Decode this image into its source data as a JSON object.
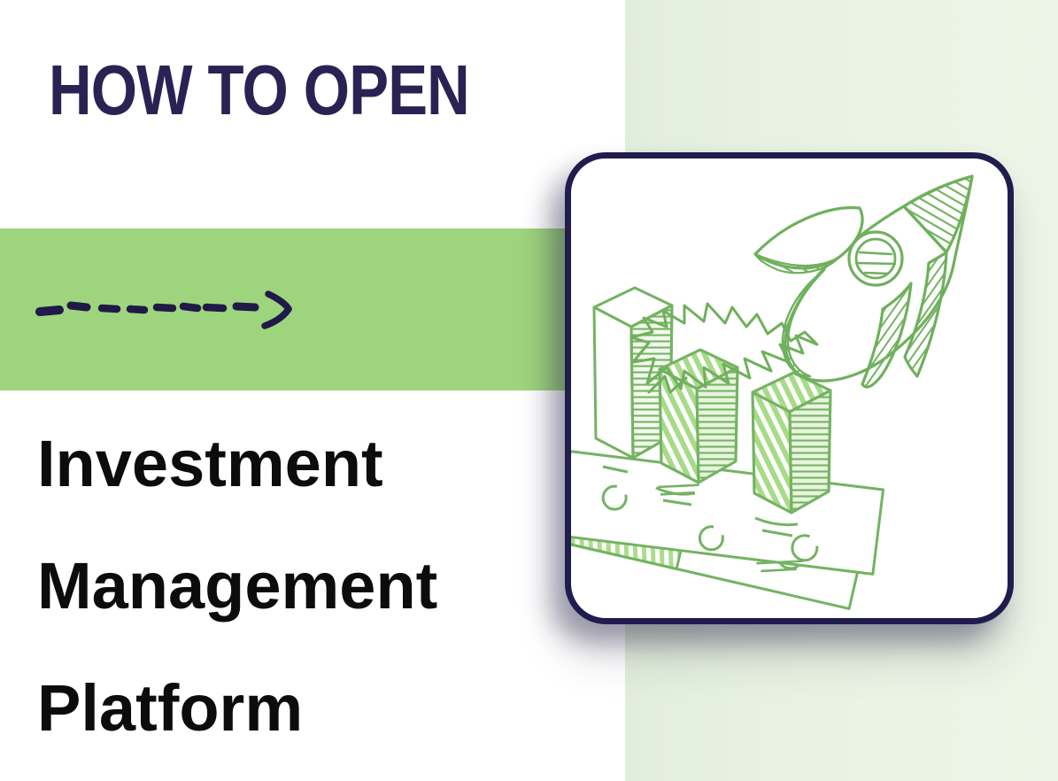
{
  "page": {
    "background": "#ffffff",
    "kind": "promo-banner"
  },
  "header": {
    "title": "HOW TO OPEN",
    "title_color": "#292253"
  },
  "headline": {
    "lines": [
      "Investment",
      "Management",
      "Platform"
    ],
    "color": "#0c0c0e"
  },
  "decor": {
    "horizontal_band_color": "#9ed47d",
    "vertical_band_color": "#e9f3e3",
    "arrow_icon": "dashed-arrow-right-icon",
    "arrow_color": "#1f1a47"
  },
  "card": {
    "border_color": "#211c4e",
    "background": "#ffffff",
    "illustration": {
      "name": "rocket-launch-bar-chart-banknotes-sketch",
      "style": "hand-drawn",
      "stroke_color": "#6fb05d",
      "fill_color": "#a8db89",
      "elements": [
        "rocket-icon",
        "exhaust-burst-icon",
        "bar-chart-icon",
        "banknotes-icon"
      ]
    }
  }
}
